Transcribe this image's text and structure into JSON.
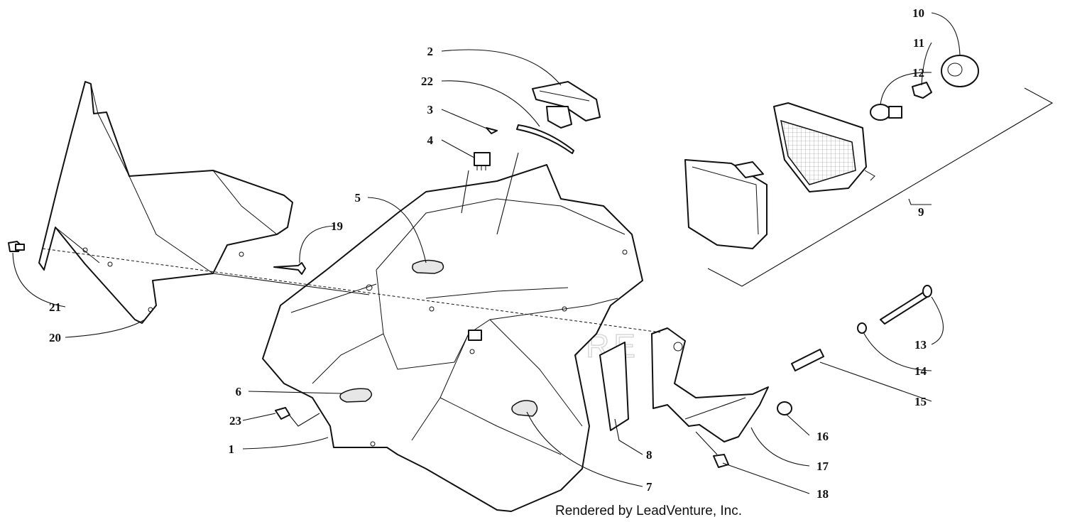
{
  "callouts": [
    {
      "id": "1",
      "label": "1"
    },
    {
      "id": "2",
      "label": "2"
    },
    {
      "id": "3",
      "label": "3"
    },
    {
      "id": "4",
      "label": "4"
    },
    {
      "id": "5",
      "label": "5"
    },
    {
      "id": "6",
      "label": "6"
    },
    {
      "id": "7",
      "label": "7"
    },
    {
      "id": "8",
      "label": "8"
    },
    {
      "id": "9",
      "label": "9"
    },
    {
      "id": "10",
      "label": "10"
    },
    {
      "id": "11",
      "label": "11"
    },
    {
      "id": "12",
      "label": "12"
    },
    {
      "id": "13",
      "label": "13"
    },
    {
      "id": "14",
      "label": "14"
    },
    {
      "id": "15",
      "label": "15"
    },
    {
      "id": "16",
      "label": "16"
    },
    {
      "id": "17",
      "label": "17"
    },
    {
      "id": "18",
      "label": "18"
    },
    {
      "id": "19",
      "label": "19"
    },
    {
      "id": "20",
      "label": "20"
    },
    {
      "id": "21",
      "label": "21"
    },
    {
      "id": "22",
      "label": "22"
    },
    {
      "id": "23",
      "label": "23"
    }
  ],
  "credit": "Rendered by LeadVenture, Inc.",
  "watermark": "LEADVENTURE"
}
